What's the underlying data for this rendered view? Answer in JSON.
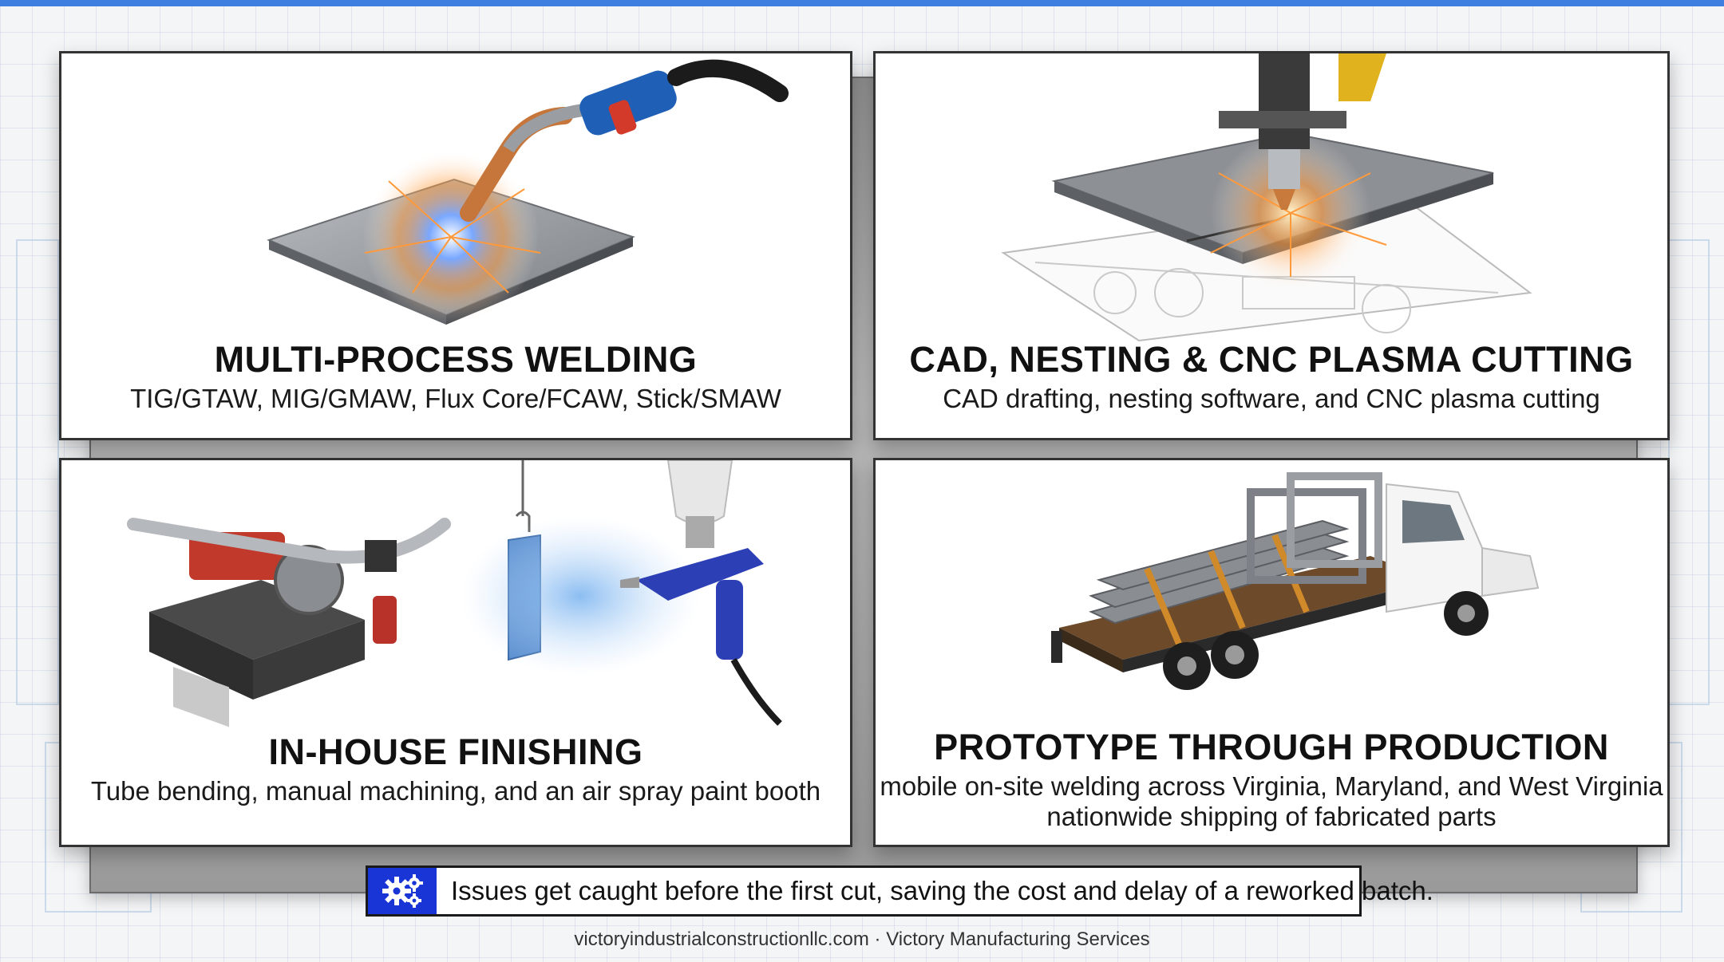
{
  "cards": [
    {
      "title": "MULTI-PROCESS WELDING",
      "subtitle": "TIG/GTAW, MIG/GMAW, Flux Core/FCAW, Stick/SMAW",
      "icon": "welding-torch-icon"
    },
    {
      "title": "CAD, NESTING & CNC PLASMA CUTTING",
      "subtitle": "CAD drafting, nesting software, and CNC plasma cutting",
      "icon": "plasma-cutter-icon"
    },
    {
      "title": "IN-HOUSE FINISHING",
      "subtitle": "Tube bending, manual machining, and an air spray paint booth",
      "icon": "tube-bender-and-spray-gun-icon"
    },
    {
      "title": "PROTOTYPE THROUGH PRODUCTION",
      "subtitle_line1": "mobile on-site welding across Virginia, Maryland, and West Virginia",
      "subtitle_line2": "nationwide shipping of fabricated parts",
      "icon": "flatbed-truck-icon"
    }
  ],
  "banner": {
    "text": "Issues get caught before the first cut, saving the cost and delay of a reworked batch.",
    "icon": "gears-icon"
  },
  "footer": {
    "text": "victoryindustrialconstructionllc.com · Victory Manufacturing Services"
  },
  "colors": {
    "accent_blue": "#3f7fe0",
    "banner_icon_bg": "#1a35d6"
  }
}
